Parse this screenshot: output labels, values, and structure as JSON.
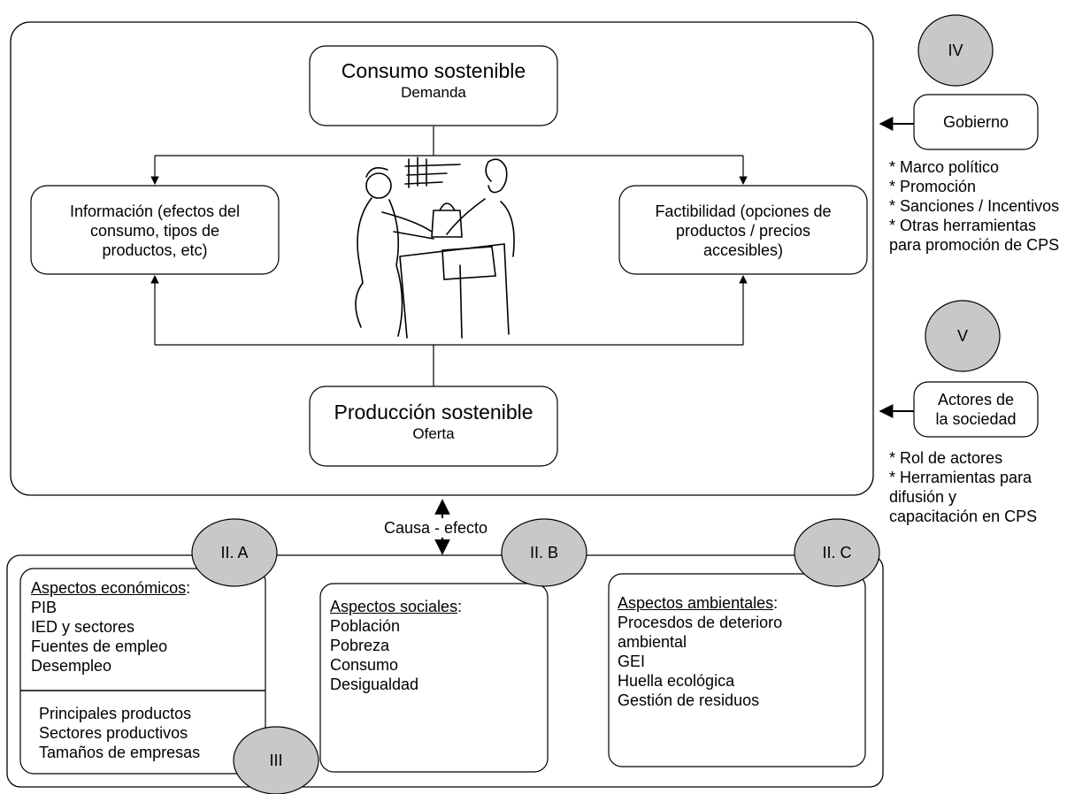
{
  "consumo": {
    "title": "Consumo sostenible",
    "subtitle": "Demanda"
  },
  "produccion": {
    "title": "Producción sostenible",
    "subtitle": "Oferta"
  },
  "informacion": {
    "lines": [
      "Información (efectos del",
      "consumo, tipos de",
      "productos, etc)"
    ]
  },
  "factibilidad": {
    "lines": [
      "Factibilidad (opciones de",
      "productos / precios",
      "accesibles)"
    ]
  },
  "causa_efecto": "Causa - efecto",
  "circles": {
    "iv": "IV",
    "v": "V",
    "iia": "II. A",
    "iib": "II. B",
    "iic": "II. C",
    "iii": "III"
  },
  "gobierno": {
    "label": "Gobierno",
    "items": [
      "* Marco político",
      "* Promoción",
      "* Sanciones / Incentivos",
      "* Otras herramientas",
      "para promoción de CPS"
    ]
  },
  "actores": {
    "lines": [
      "Actores de",
      "la sociedad"
    ],
    "items": [
      "* Rol de actores",
      "* Herramientas para",
      "difusión y",
      "capacitación en CPS"
    ]
  },
  "economicos": {
    "heading": "Aspectos económicos",
    "items": [
      "PIB",
      "IED y sectores",
      "Fuentes de empleo",
      "Desempleo"
    ],
    "items2": [
      "Principales productos",
      "Sectores productivos",
      "Tamaños de empresas"
    ]
  },
  "sociales": {
    "heading": "Aspectos sociales",
    "items": [
      "Población",
      "Pobreza",
      "Consumo",
      "Desigualdad"
    ]
  },
  "ambientales": {
    "heading": "Aspectos ambientales",
    "items": [
      "Procesdos de deterioro",
      "ambiental",
      "GEI",
      "Huella ecológica",
      "Gestión de residuos"
    ]
  },
  "colors": {
    "circle_fill": "#c8c8c8",
    "stroke": "#000000"
  }
}
